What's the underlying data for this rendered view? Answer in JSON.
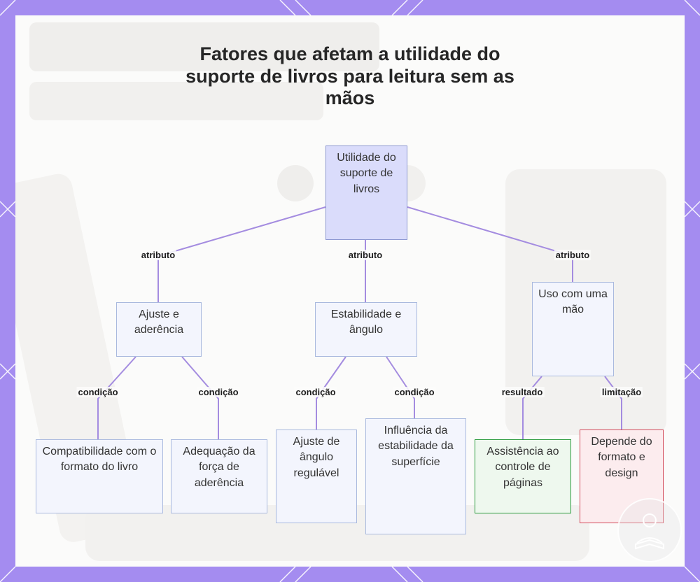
{
  "title": "Fatores que afetam a utilidade do suporte de livros para leitura sem as mãos",
  "colors": {
    "frame": "#a48cf0",
    "edge": "#a48ce0",
    "root_fill": "#dadcfb",
    "node_fill": "#f3f5fd",
    "result_border": "#2a9a3c",
    "limitation_border": "#d34a5a"
  },
  "nodes": {
    "root": "Utilidade do suporte de livros",
    "fit": "Ajuste e aderência",
    "stability": "Estabilidade e ângulo",
    "onehand": "Uso com uma mão",
    "compat": "Compatibilidade com o formato do livro",
    "force": "Adequação da força de aderência",
    "angle": "Ajuste de ângulo regulável",
    "surface": "Influência da estabilidade da superfície",
    "assist": "Assistência ao controle de páginas",
    "depends": "Depende do formato e design"
  },
  "edge_labels": {
    "attr1": "atributo",
    "attr2": "atributo",
    "attr3": "atributo",
    "cond1": "condição",
    "cond2": "condição",
    "cond3": "condição",
    "cond4": "condição",
    "result": "resultado",
    "limitation": "limitação"
  },
  "icons": {
    "badge": "book-reader-icon"
  }
}
